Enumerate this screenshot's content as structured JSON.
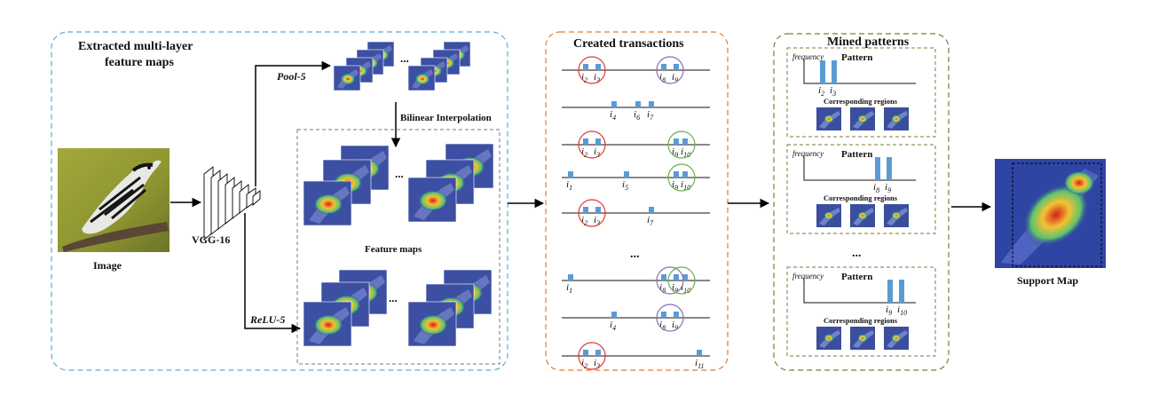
{
  "panels": {
    "extracted_title_1": "Extracted multi-layer",
    "extracted_title_2": "feature maps",
    "transactions_title": "Created transactions",
    "patterns_title": "Mined patterns"
  },
  "labels": {
    "image": "Image",
    "vgg": "VGG-16",
    "pool": "Pool-5",
    "relu": "ReLU-5",
    "bilinear": "Bilinear Interpolation",
    "feature_maps": "Feature maps",
    "support_map": "Support Map",
    "ellipsis": "...",
    "vellipsis": "..."
  },
  "transactions": [
    {
      "items": [
        "i2",
        "i3"
      ],
      "right": [
        "i8",
        "i9"
      ]
    },
    {
      "items": [
        "i4",
        "i6",
        "i7"
      ]
    },
    {
      "items": [
        "i2",
        "i3"
      ],
      "right": [
        "i9",
        "i10"
      ]
    },
    {
      "items": [
        "i1",
        "i5"
      ],
      "right": [
        "i9",
        "i10"
      ]
    },
    {
      "items": [
        "i2",
        "i3",
        "i7"
      ]
    },
    {
      "items": [
        "i1"
      ],
      "right": [
        "i8",
        "i9",
        "i10"
      ]
    },
    {
      "items": [
        "i4"
      ],
      "right": [
        "i8",
        "i9"
      ]
    },
    {
      "items": [
        "i2",
        "i3",
        "i11"
      ]
    }
  ],
  "patterns": [
    {
      "axis_label": "frequency",
      "title": "Pattern",
      "items": [
        "i2",
        "i3"
      ],
      "regions_label": "Corresponding regions"
    },
    {
      "axis_label": "frequency",
      "title": "Pattern",
      "items": [
        "i8",
        "i9"
      ],
      "regions_label": "Corresponding regions"
    },
    {
      "axis_label": "frequency",
      "title": "Pattern",
      "items": [
        "i9",
        "i10"
      ],
      "regions_label": "Corresponding regions"
    }
  ],
  "colors": {
    "panel_blue": "#5aaed3",
    "panel_orange": "#e87a2b",
    "panel_olive": "#7e7a3a",
    "bar_blue": "#5b9bd5",
    "circle_red": "#e03b3b",
    "circle_purple": "#8a6fb0",
    "circle_green": "#6ab04c"
  }
}
